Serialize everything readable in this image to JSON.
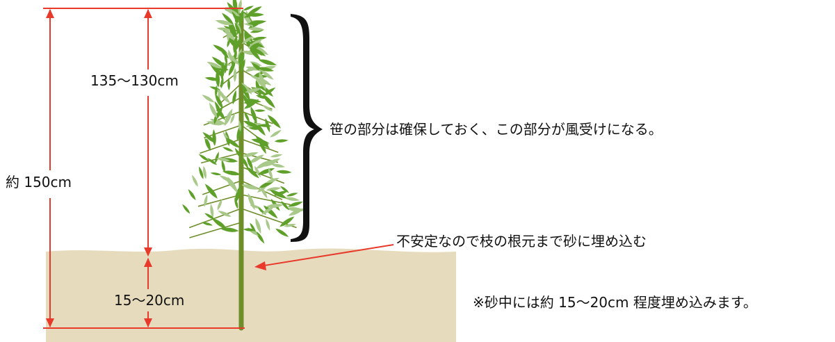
{
  "labels": {
    "total_height": "約 150cm",
    "upper_part": "135〜130cm",
    "buried_part": "15〜20cm",
    "brace_note": "笹の部分は確保しておく、この部分が風受けになる。",
    "arrow_note": "不安定なので枝の根元まで砂に埋め込む",
    "footnote": "※砂中には約 15〜20cm 程度埋め込みます。"
  },
  "colors": {
    "dimension_line": "#e8392b",
    "sand": "#e6dcbd",
    "stem": "#6e8e2a",
    "leaf_dark": "#5fa02a",
    "leaf_light": "#a9c98a",
    "brace": "#111111"
  }
}
